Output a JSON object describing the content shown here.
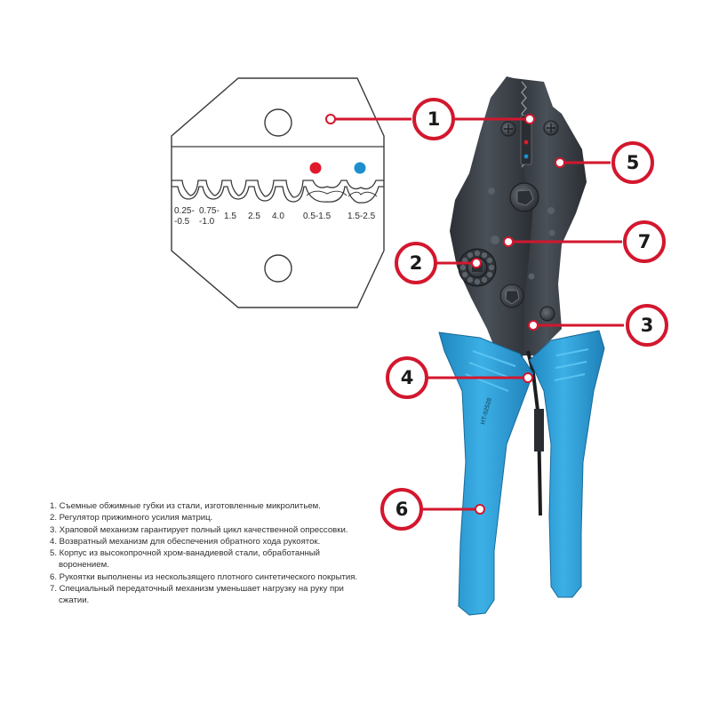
{
  "die_sizes": [
    "0.25-\n-0.5",
    "0.75-\n-1.0",
    "1.5",
    "2.5",
    "4.0",
    "0.5-1.5",
    "1.5-2.5"
  ],
  "model_text": "HT-02528",
  "callouts": [
    "1",
    "2",
    "3",
    "4",
    "5",
    "6",
    "7"
  ],
  "legend": [
    "1. Съемные обжимные губки из стали, изготовленные микролитьем.",
    "2. Регулятор прижимного усилия матриц.",
    "3. Храповой механизм гарантирует полный цикл качественной опрессовки.",
    "4. Возвратный механизм для обеспечения обратного хода рукояток.",
    "5. Корпус из высокопрочной хром-ванадиевой стали, обработанный воронением.",
    "6. Рукоятки выполнены из нескользящего плотного синтетического покрытия.",
    "7. Специальный передаточный механизм уменьшает нагрузку на руку при сжатии."
  ],
  "colors": {
    "callout_red": "#d3172e",
    "handle_blue": "#2f9fd6",
    "steel": "#3c4148",
    "marker_red": "#e01a2a",
    "marker_blue": "#1d8fd0"
  }
}
